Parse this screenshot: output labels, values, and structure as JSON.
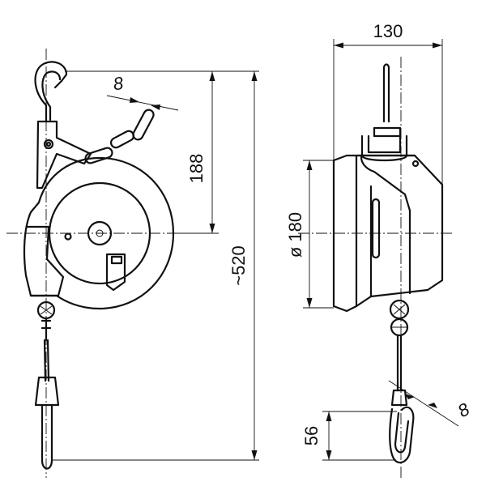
{
  "dimensions": {
    "chain_link_front": "8",
    "hook_to_center": "188",
    "overall_length": "~520",
    "side_width": "130",
    "drum_diameter": "ø 180",
    "carabiner_length": "56",
    "chain_link_side": "8"
  }
}
